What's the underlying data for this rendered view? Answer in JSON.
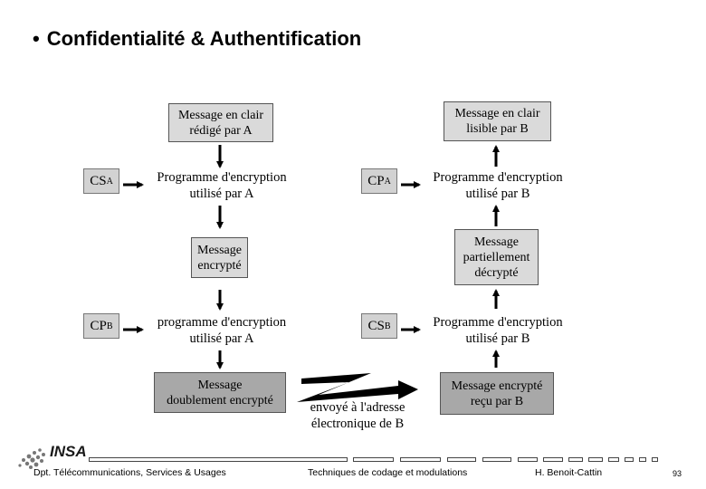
{
  "slide": {
    "bullet": "•",
    "title": "Confidentialité & Authentification"
  },
  "left": {
    "message_clair": "Message en clair\nrédigé par A",
    "key1_main": "CS",
    "key1_sub": "A",
    "prog1": "Programme d'encryption\nutilisé par A",
    "message_encrypte": "Message\nencrypté",
    "key2_main": "CP",
    "key2_sub": "B",
    "prog2": "programme d'encryption\nutilisé par A",
    "message_double": "Message\ndoublement encrypté"
  },
  "right": {
    "message_clair": "Message en clair\nlisible par B",
    "key1_main": "CP",
    "key1_sub": "A",
    "prog1": "Programme d'encryption\nutilisé par B",
    "message_partiel": "Message\npartiellement\ndécrypté",
    "key2_main": "CS",
    "key2_sub": "B",
    "prog2": "Programme d'encryption\nutilisé par B",
    "message_recu": "Message encrypté\nreçu par B"
  },
  "transmission": {
    "label": "envoyé à l'adresse\nélectronique de B"
  },
  "footer": {
    "logo": "INSA",
    "department": "Dpt. Télécommunications, Services & Usages",
    "course": "Techniques de codage et modulations",
    "author": "H. Benoit-Cattin",
    "page": "93"
  },
  "colors": {
    "box_light": "#dadada",
    "box_dark": "#a8a8a8",
    "arrow": "#000000"
  }
}
